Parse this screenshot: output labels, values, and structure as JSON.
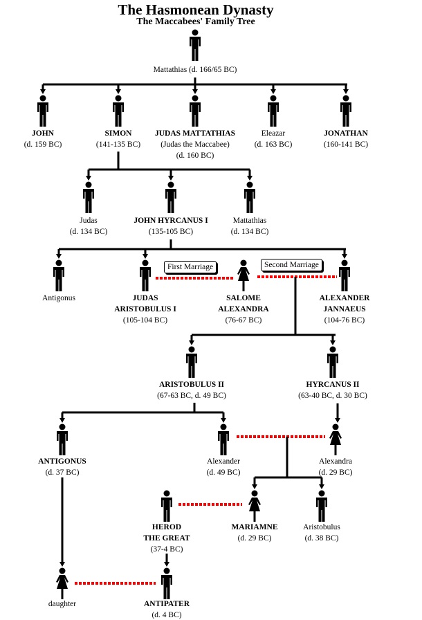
{
  "title": "The  Hasmonean Dynasty",
  "subtitle": "The Maccabees' Family Tree",
  "marriage_labels": {
    "first": "First Marriage",
    "second": "Second Marriage"
  },
  "colors": {
    "line": "#000000",
    "marriage": "#ff0000"
  },
  "people": [
    {
      "id": "mattathias",
      "gender": "male",
      "lines": [
        {
          "t": "Mattathias (d. 166/65 BC)",
          "bold": false
        }
      ]
    },
    {
      "id": "john",
      "gender": "male",
      "lines": [
        {
          "t": "JOHN",
          "bold": true
        },
        {
          "t": "(d. 159 BC)",
          "bold": false
        }
      ]
    },
    {
      "id": "simon",
      "gender": "male",
      "lines": [
        {
          "t": "SIMON",
          "bold": true
        },
        {
          "t": "(141-135 BC)",
          "bold": false
        }
      ]
    },
    {
      "id": "judas-maccabee",
      "gender": "male",
      "lines": [
        {
          "t": "JUDAS MATTATHIAS",
          "bold": true
        },
        {
          "t": "(Judas the Maccabee)",
          "bold": false
        },
        {
          "t": "(d. 160 BC)",
          "bold": false
        }
      ]
    },
    {
      "id": "eleazar",
      "gender": "male",
      "lines": [
        {
          "t": "Eleazar",
          "bold": false
        },
        {
          "t": "(d. 163 BC)",
          "bold": false
        }
      ]
    },
    {
      "id": "jonathan",
      "gender": "male",
      "lines": [
        {
          "t": "JONATHAN",
          "bold": true
        },
        {
          "t": "(160-141 BC)",
          "bold": false
        }
      ]
    },
    {
      "id": "judas",
      "gender": "male",
      "lines": [
        {
          "t": "Judas",
          "bold": false
        },
        {
          "t": "(d. 134 BC)",
          "bold": false
        }
      ]
    },
    {
      "id": "john-hyrcanus",
      "gender": "male",
      "lines": [
        {
          "t": "JOHN HYRCANUS I",
          "bold": true
        },
        {
          "t": "(135-105 BC)",
          "bold": false
        }
      ]
    },
    {
      "id": "mattathias-2",
      "gender": "male",
      "lines": [
        {
          "t": "Mattathias",
          "bold": false
        },
        {
          "t": "(d. 134 BC)",
          "bold": false
        }
      ]
    },
    {
      "id": "antigonus-1",
      "gender": "male",
      "lines": [
        {
          "t": "Antigonus",
          "bold": false
        }
      ]
    },
    {
      "id": "judas-aristobulus",
      "gender": "male",
      "lines": [
        {
          "t": "JUDAS",
          "bold": true
        },
        {
          "t": "ARISTOBULUS I",
          "bold": true
        },
        {
          "t": "(105-104 BC)",
          "bold": false
        }
      ]
    },
    {
      "id": "salome-alexandra",
      "gender": "female",
      "lines": [
        {
          "t": "SALOME",
          "bold": true
        },
        {
          "t": "ALEXANDRA",
          "bold": true
        },
        {
          "t": "(76-67 BC)",
          "bold": false
        }
      ]
    },
    {
      "id": "alexander-jannaeus",
      "gender": "male",
      "lines": [
        {
          "t": "ALEXANDER",
          "bold": true
        },
        {
          "t": "JANNAEUS",
          "bold": true
        },
        {
          "t": "(104-76 BC)",
          "bold": false
        }
      ]
    },
    {
      "id": "aristobulus-2",
      "gender": "male",
      "lines": [
        {
          "t": "ARISTOBULUS II",
          "bold": true
        },
        {
          "t": "(67-63 BC, d. 49 BC)",
          "bold": false
        }
      ]
    },
    {
      "id": "hyrcanus-2",
      "gender": "male",
      "lines": [
        {
          "t": "HYRCANUS II",
          "bold": true
        },
        {
          "t": "(63-40 BC, d. 30 BC)",
          "bold": false
        }
      ]
    },
    {
      "id": "antigonus-2",
      "gender": "male",
      "lines": [
        {
          "t": "ANTIGONUS",
          "bold": true
        },
        {
          "t": "(d. 37 BC)",
          "bold": false
        }
      ]
    },
    {
      "id": "alexander",
      "gender": "male",
      "lines": [
        {
          "t": "Alexander",
          "bold": false
        },
        {
          "t": "(d. 49 BC)",
          "bold": false
        }
      ]
    },
    {
      "id": "alexandra",
      "gender": "female",
      "lines": [
        {
          "t": "Alexandra",
          "bold": false
        },
        {
          "t": "(d. 29 BC)",
          "bold": false
        }
      ]
    },
    {
      "id": "herod",
      "gender": "male",
      "lines": [
        {
          "t": "HEROD",
          "bold": true
        },
        {
          "t": "THE GREAT",
          "bold": true
        },
        {
          "t": "(37-4 BC)",
          "bold": false
        }
      ]
    },
    {
      "id": "mariamne",
      "gender": "female",
      "lines": [
        {
          "t": "MARIAMNE",
          "bold": true
        },
        {
          "t": "(d. 29 BC)",
          "bold": false
        }
      ]
    },
    {
      "id": "aristobulus",
      "gender": "male",
      "lines": [
        {
          "t": "Aristobulus",
          "bold": false
        },
        {
          "t": "(d. 38 BC)",
          "bold": false
        }
      ]
    },
    {
      "id": "daughter",
      "gender": "female",
      "lines": [
        {
          "t": "daughter",
          "bold": false
        }
      ]
    },
    {
      "id": "antipater",
      "gender": "male",
      "lines": [
        {
          "t": "ANTIPATER",
          "bold": true
        },
        {
          "t": "(d. 4 BC)",
          "bold": false
        }
      ]
    }
  ]
}
